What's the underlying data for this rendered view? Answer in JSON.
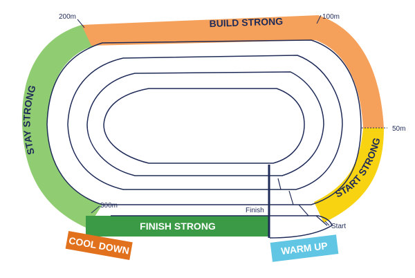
{
  "colors": {
    "navy": "#1e2a57",
    "build": "#f6a15b",
    "start": "#f7d312",
    "stay": "#90cd72",
    "finish": "#3a9a45",
    "cool": "#e2711d",
    "warm": "#60c6e4"
  },
  "segments": {
    "build": "BUILD STRONG",
    "start": "START STRONG",
    "stay": "STAY STRONG",
    "finish": "FINISH STRONG"
  },
  "tags": {
    "cool_down": "COOL DOWN",
    "warm_up": "WARM UP"
  },
  "markers": {
    "m200": "200m",
    "m100": "100m",
    "m50": "50m",
    "m300": "300m",
    "finish": "Finish",
    "start": "Start"
  }
}
